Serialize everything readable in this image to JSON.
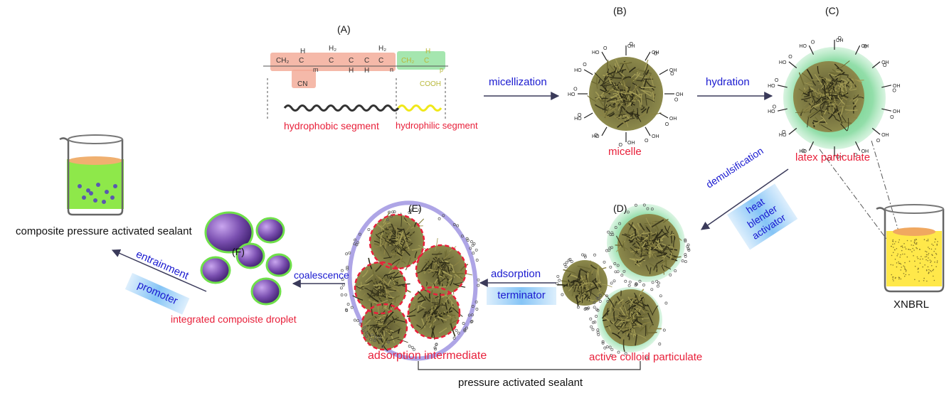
{
  "panels": {
    "a": "(A)",
    "b": "(B)",
    "c": "(C)",
    "d": "(D)",
    "e": "(E)",
    "f": "(F)"
  },
  "segments": {
    "hydrophobic": "hydrophobic segment",
    "hydrophilic": "hydrophilic segment"
  },
  "chem": {
    "ch2": "CH₂",
    "ch": "CH",
    "h": "H",
    "h2": "H₂",
    "c": "C",
    "cn": "CN",
    "cooh": "COOH",
    "m": "m",
    "n": "n",
    "p": "p",
    "cooh_group": "COOH",
    "oh": "OH",
    "ho": "HO",
    "o": "O"
  },
  "stages": {
    "micelle": "micelle",
    "latex": "latex particulate",
    "active": "active colloid particulate",
    "intermediate": "adsorption intermediate",
    "droplet": "integrated compoiste droplet"
  },
  "processes": {
    "micellization": "micellization",
    "hydration": "hydration",
    "demulsification": "demulsification",
    "adsorption": "adsorption",
    "coalescence": "coalescence",
    "entrainment": "entrainment"
  },
  "reagents": {
    "heat": "heat",
    "blender": "blender",
    "activator": "activator",
    "terminator": "terminator",
    "promoter": "promoter"
  },
  "captions": {
    "composite": "composite pressure activated sealant",
    "xnbrl": "XNBRL",
    "pressure": "pressure activated sealant"
  },
  "colors": {
    "hydrophobic_text": "#e8203a",
    "process_text": "#1a1ad0",
    "latex_shell": "#6dd08e",
    "droplet": "#7a4fb0",
    "droplet_outline": "#6fe04a",
    "sealant_green": "#8ee84a",
    "xnbrl_yellow": "#ffe84a"
  }
}
